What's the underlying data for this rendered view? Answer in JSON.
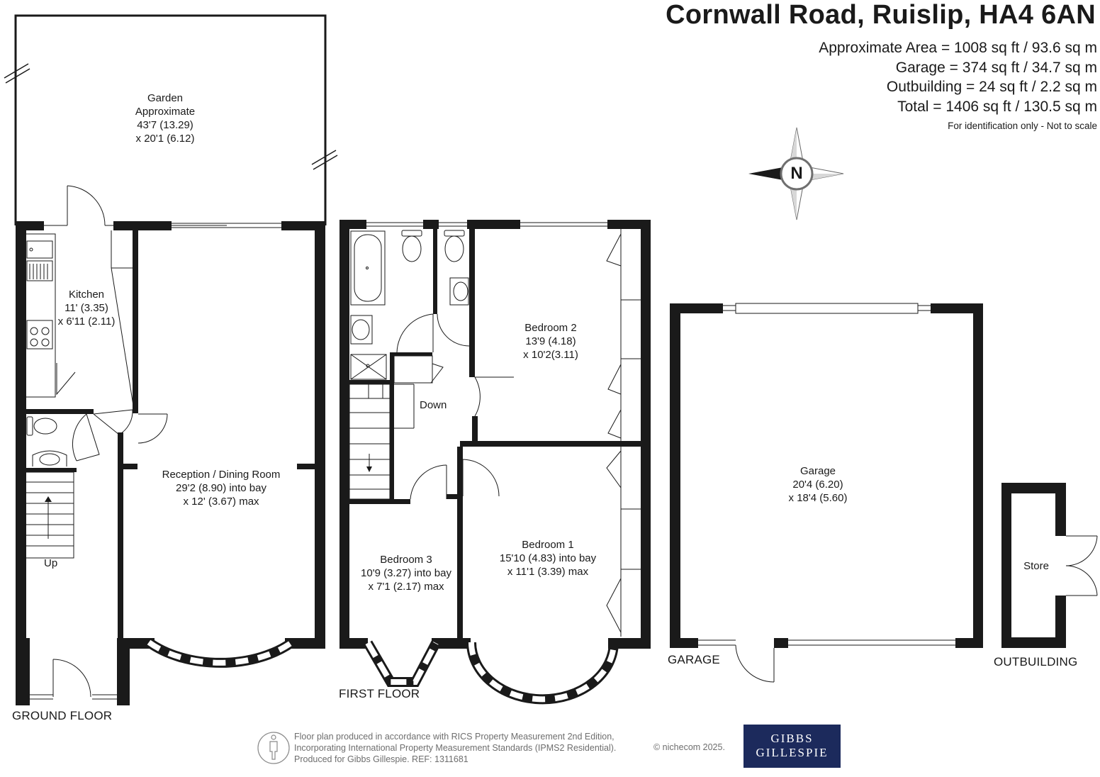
{
  "header": {
    "title": "Cornwall Road, Ruislip, HA4 6AN",
    "areas": [
      "Approximate Area = 1008 sq ft / 93.6 sq m",
      "Garage = 374 sq ft / 34.7 sq m",
      "Outbuilding = 24 sq ft / 2.2 sq m",
      "Total = 1406 sq ft / 130.5 sq m"
    ],
    "note": "For identification only - Not to scale"
  },
  "compass": {
    "letter": "N"
  },
  "rooms": {
    "garden": [
      "Garden",
      "Approximate",
      "43'7 (13.29)",
      "x 20'1 (6.12)"
    ],
    "kitchen": [
      "Kitchen",
      "11' (3.35)",
      "x 6'11 (2.11)"
    ],
    "reception": [
      "Reception / Dining Room",
      "29'2 (8.90) into bay",
      "x 12' (3.67) max"
    ],
    "bedroom2": [
      "Bedroom 2",
      "13'9 (4.18)",
      "x 10'2(3.11)"
    ],
    "bedroom1": [
      "Bedroom 1",
      "15'10 (4.83) into bay",
      "x 11'1 (3.39) max"
    ],
    "bedroom3": [
      "Bedroom 3",
      "10'9 (3.27) into bay",
      "x 7'1 (2.17) max"
    ],
    "garage": [
      "Garage",
      "20'4 (6.20)",
      "x 18'4 (5.60)"
    ],
    "store": [
      "Store"
    ]
  },
  "stairs": {
    "up": "Up",
    "down": "Down"
  },
  "floor_labels": {
    "ground": "GROUND FLOOR",
    "first": "FIRST FLOOR",
    "garage": "GARAGE",
    "outbuilding": "OUTBUILDING"
  },
  "footer": {
    "lines": [
      "Floor plan produced in accordance with RICS Property Measurement 2nd Edition,",
      "Incorporating International Property Measurement Standards (IPMS2 Residential).",
      "Produced for Gibbs Gillespie.    REF:  1311681"
    ],
    "copyright": "© nichecom 2025."
  },
  "logo": {
    "line1": "GIBBS",
    "line2": "GILLESPIE"
  },
  "colors": {
    "wall": "#1a1a1a",
    "logo_bg": "#1c2a5c",
    "footer_text": "#6e6e6e"
  }
}
